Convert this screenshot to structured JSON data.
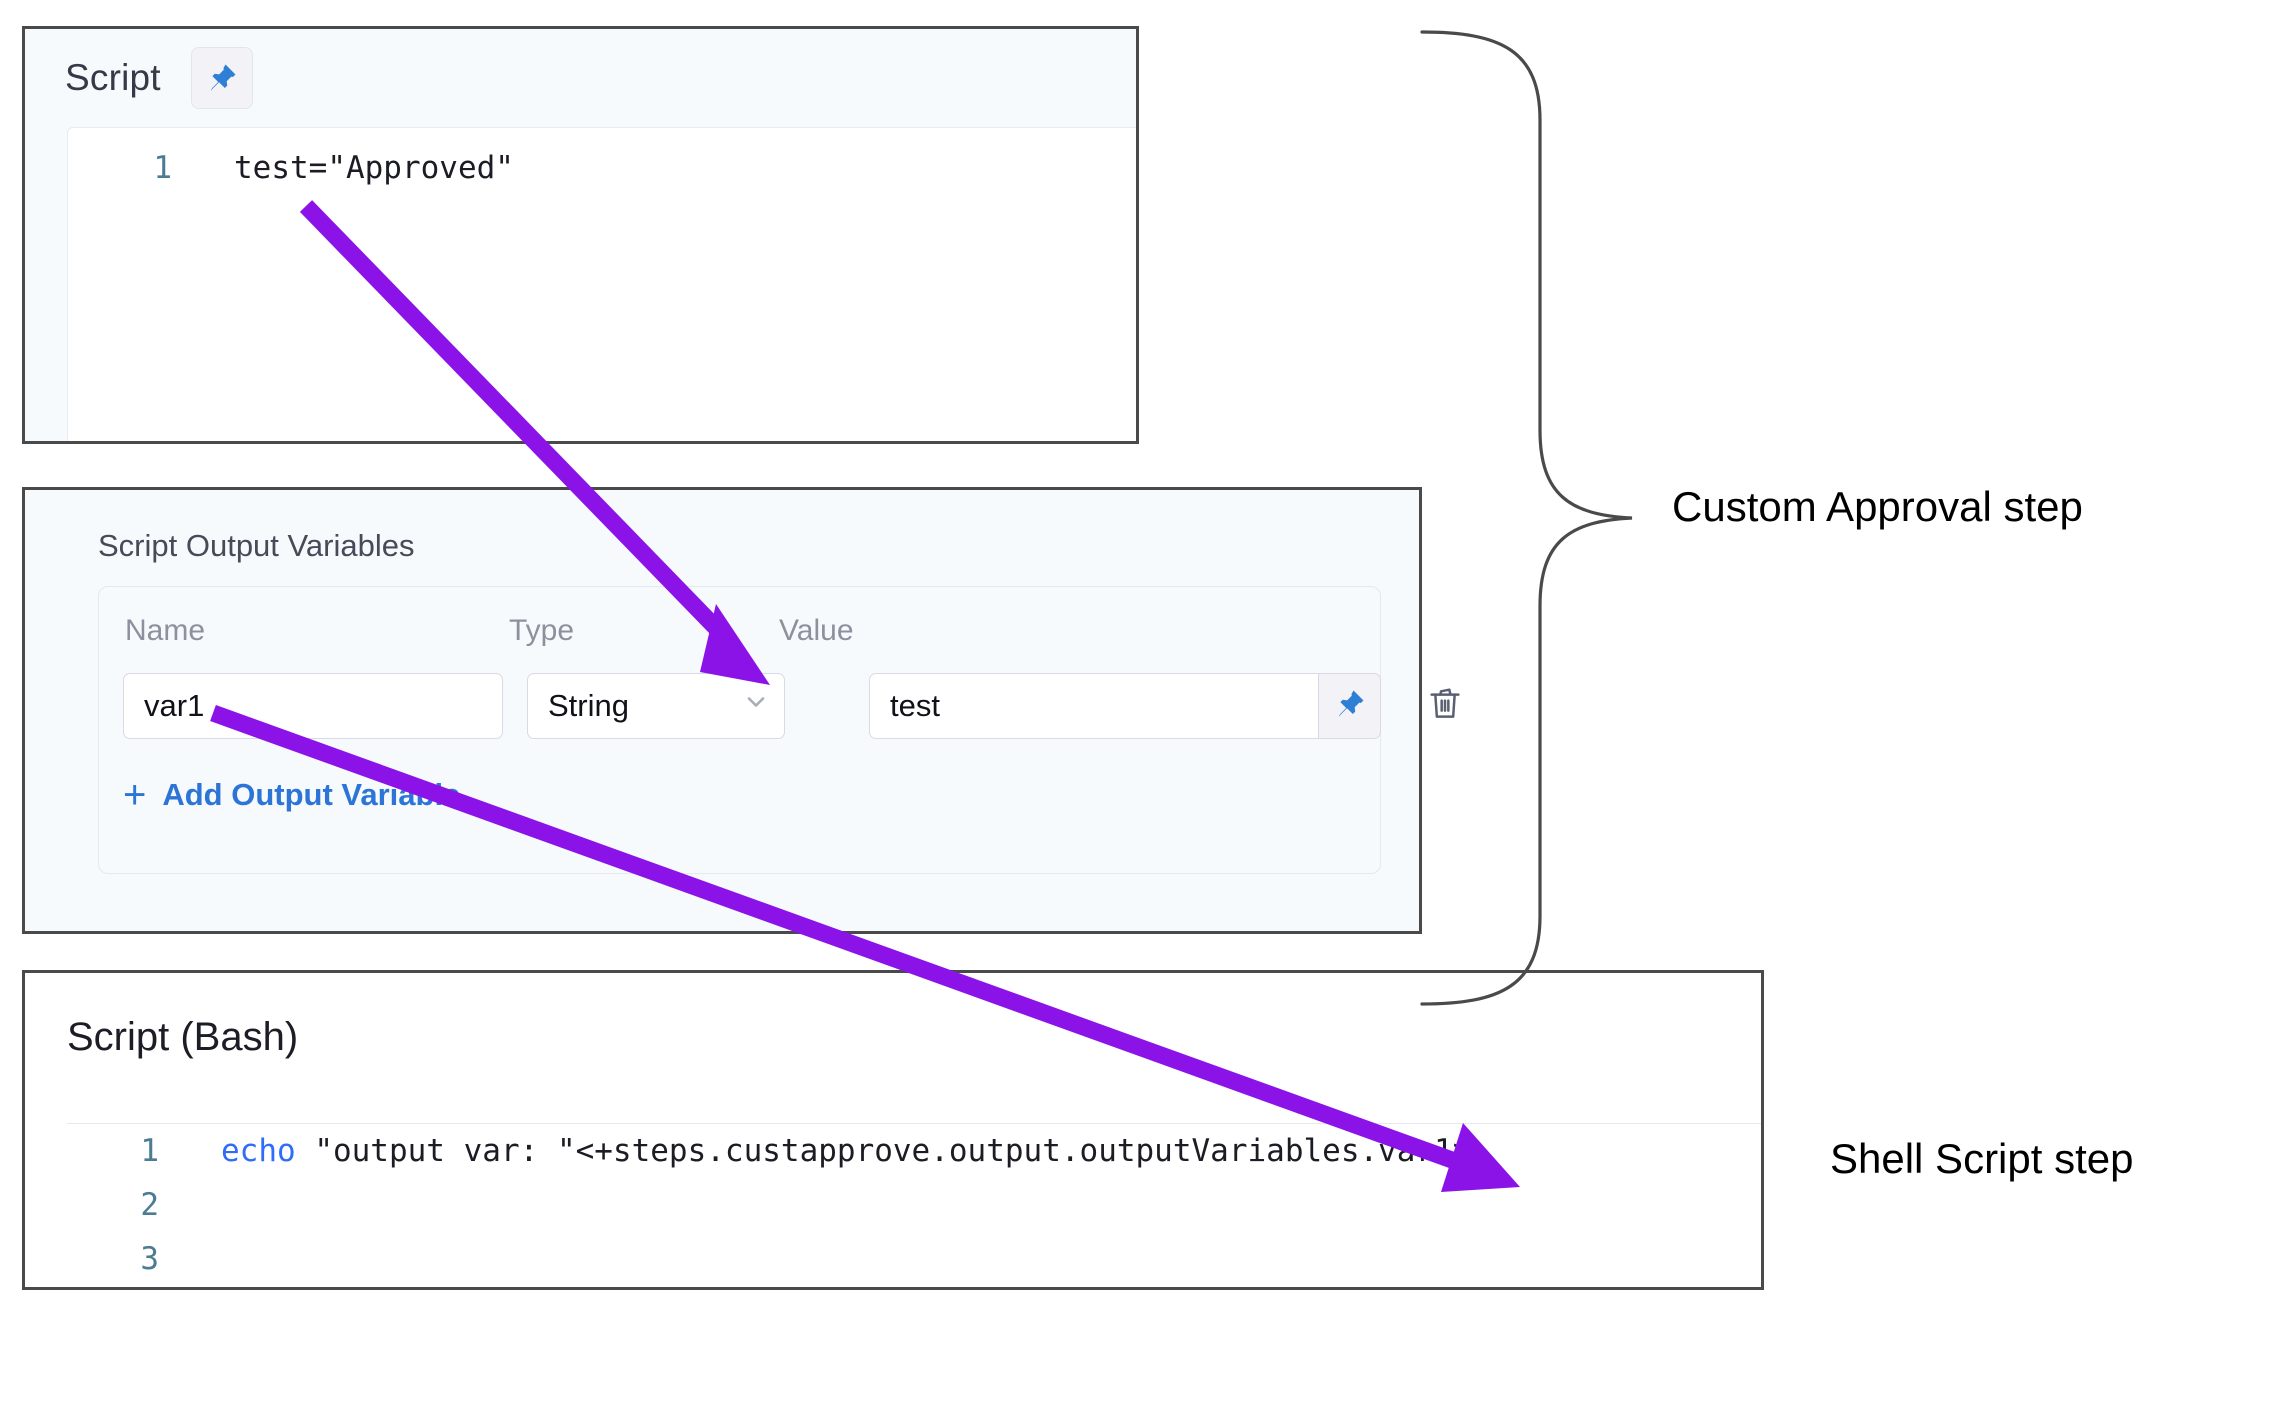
{
  "script_panel": {
    "title": "Script",
    "pin_icon": "pin-icon",
    "editor": {
      "lines": [
        {
          "number": "1",
          "text": "test=\"Approved\""
        }
      ]
    }
  },
  "output_variables_panel": {
    "title": "Script Output Variables",
    "columns": {
      "name": "Name",
      "type": "Type",
      "value": "Value"
    },
    "rows": [
      {
        "name": "var1",
        "type": "String",
        "value": "test",
        "pin_icon": "pin-icon",
        "delete_icon": "trash-icon",
        "chevron_icon": "chevron-down-icon"
      }
    ],
    "add_variable": {
      "plus": "+",
      "label": "Add Output Variable"
    }
  },
  "bash_panel": {
    "title": "Script (Bash)",
    "editor": {
      "lines": [
        {
          "number": "1",
          "keyword": "echo",
          "rest": " \"output var: \"<+steps.custapprove.output.outputVariables.var1>"
        },
        {
          "number": "2",
          "keyword": "",
          "rest": ""
        },
        {
          "number": "3",
          "keyword": "",
          "rest": ""
        }
      ]
    }
  },
  "annotations": {
    "brace_label": "Custom Approval step",
    "shell_label": "Shell Script step",
    "arrow_color": "#8b13e8",
    "brace_color": "#4a4a4a"
  }
}
